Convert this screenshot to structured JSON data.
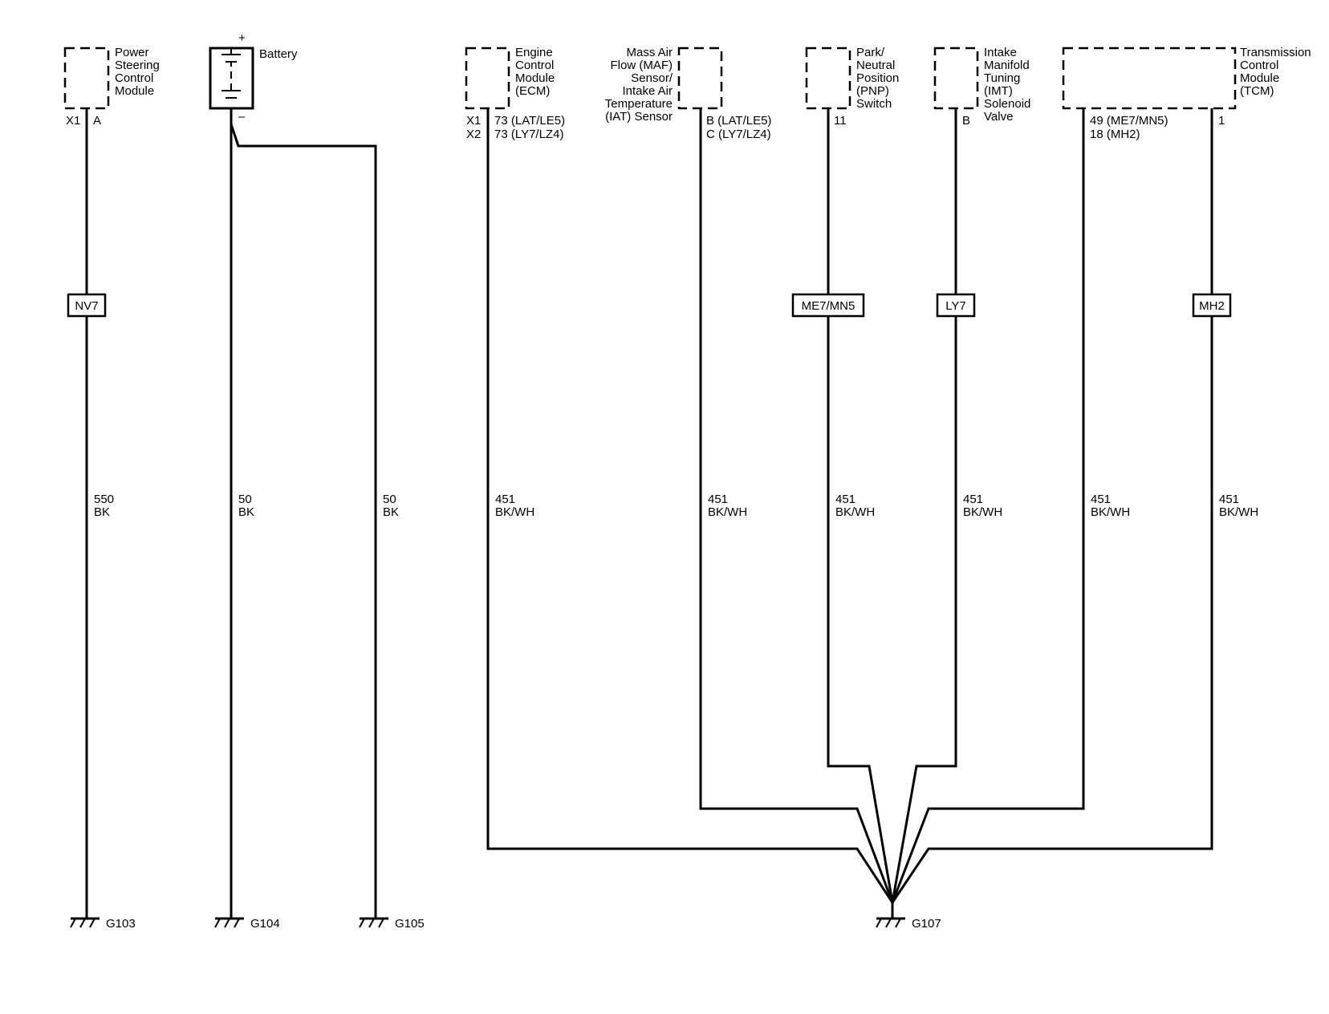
{
  "components": {
    "psm": {
      "lines": [
        "Power",
        "Steering",
        "Control",
        "Module"
      ],
      "connector": "X1",
      "pin": "A"
    },
    "battery": {
      "label": "Battery",
      "plus": "+",
      "minus": "–"
    },
    "ecm": {
      "lines": [
        "Engine",
        "Control",
        "Module",
        "(ECM)"
      ],
      "conn1": "X1",
      "pin1": "73 (LAT/LE5)",
      "conn2": "X2",
      "pin2": "73 (LY7/LZ4)"
    },
    "maf": {
      "lines": [
        "Mass Air",
        "Flow (MAF)",
        "Sensor/",
        "Intake Air",
        "Temperature",
        "(IAT) Sensor"
      ],
      "pin1": "B (LAT/LE5)",
      "pin2": "C (LY7/LZ4)"
    },
    "pnp": {
      "lines": [
        "Park/",
        "Neutral",
        "Position",
        "(PNP)",
        "Switch"
      ],
      "pin": "11"
    },
    "imt": {
      "lines": [
        "Intake",
        "Manifold",
        "Tuning",
        "(IMT)",
        "Solenoid",
        "Valve"
      ],
      "pin": "B"
    },
    "tcm": {
      "lines": [
        "Transmission",
        "Control",
        "Module",
        "(TCM)"
      ],
      "pin1": "49 (ME7/MN5)",
      "pin2": "18 (MH2)",
      "pin3": "1"
    }
  },
  "options": {
    "psm": "NV7",
    "pnp": "ME7/MN5",
    "imt": "LY7",
    "tcm": "MH2"
  },
  "wires": {
    "psm": {
      "circuit": "550",
      "color": "BK"
    },
    "bat1": {
      "circuit": "50",
      "color": "BK"
    },
    "bat2": {
      "circuit": "50",
      "color": "BK"
    },
    "ecm": {
      "circuit": "451",
      "color": "BK/WH"
    },
    "maf": {
      "circuit": "451",
      "color": "BK/WH"
    },
    "pnp": {
      "circuit": "451",
      "color": "BK/WH"
    },
    "imt": {
      "circuit": "451",
      "color": "BK/WH"
    },
    "tcm1": {
      "circuit": "451",
      "color": "BK/WH"
    },
    "tcm2": {
      "circuit": "451",
      "color": "BK/WH"
    }
  },
  "grounds": {
    "g103": "G103",
    "g104": "G104",
    "g105": "G105",
    "g107": "G107"
  }
}
